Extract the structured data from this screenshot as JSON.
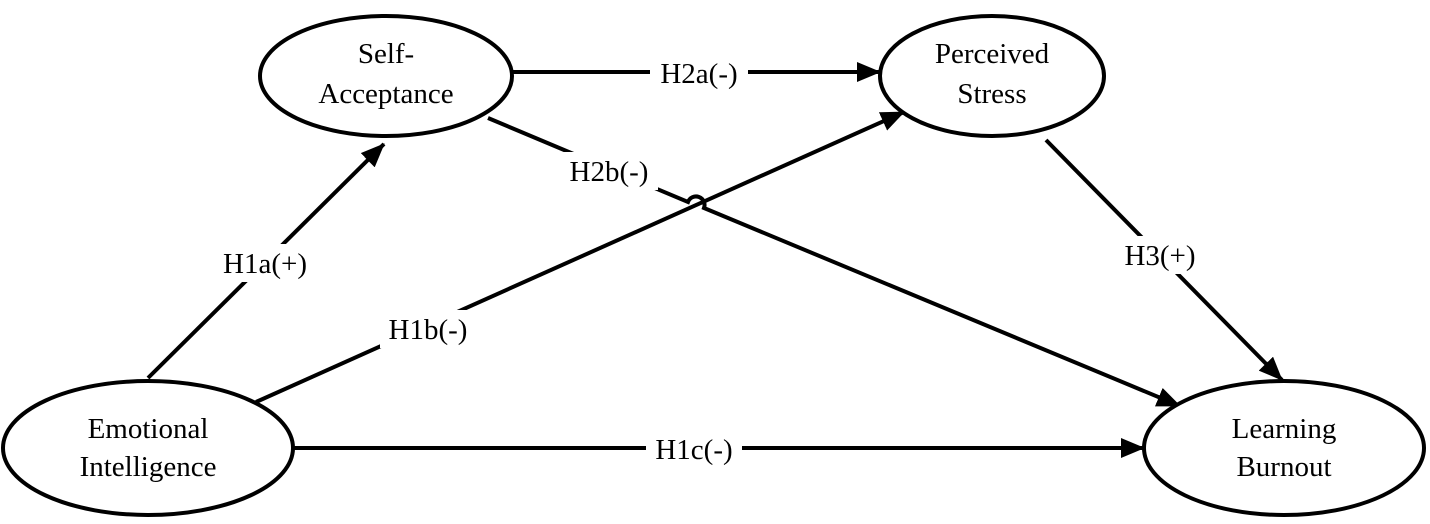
{
  "nodes": {
    "self_acceptance": {
      "line1": "Self-",
      "line2": "Acceptance"
    },
    "perceived_stress": {
      "line1": "Perceived",
      "line2": "Stress"
    },
    "emotional_intelligence": {
      "line1": "Emotional",
      "line2": "Intelligence"
    },
    "learning_burnout": {
      "line1": "Learning",
      "line2": "Burnout"
    }
  },
  "edges": {
    "h1a": "H1a(+)",
    "h1b": "H1b(-)",
    "h1c": "H1c(-)",
    "h2a": "H2a(-)",
    "h2b": "H2b(-)",
    "h3": "H3(+)"
  },
  "colors": {
    "stroke": "#000000",
    "background": "#ffffff"
  }
}
